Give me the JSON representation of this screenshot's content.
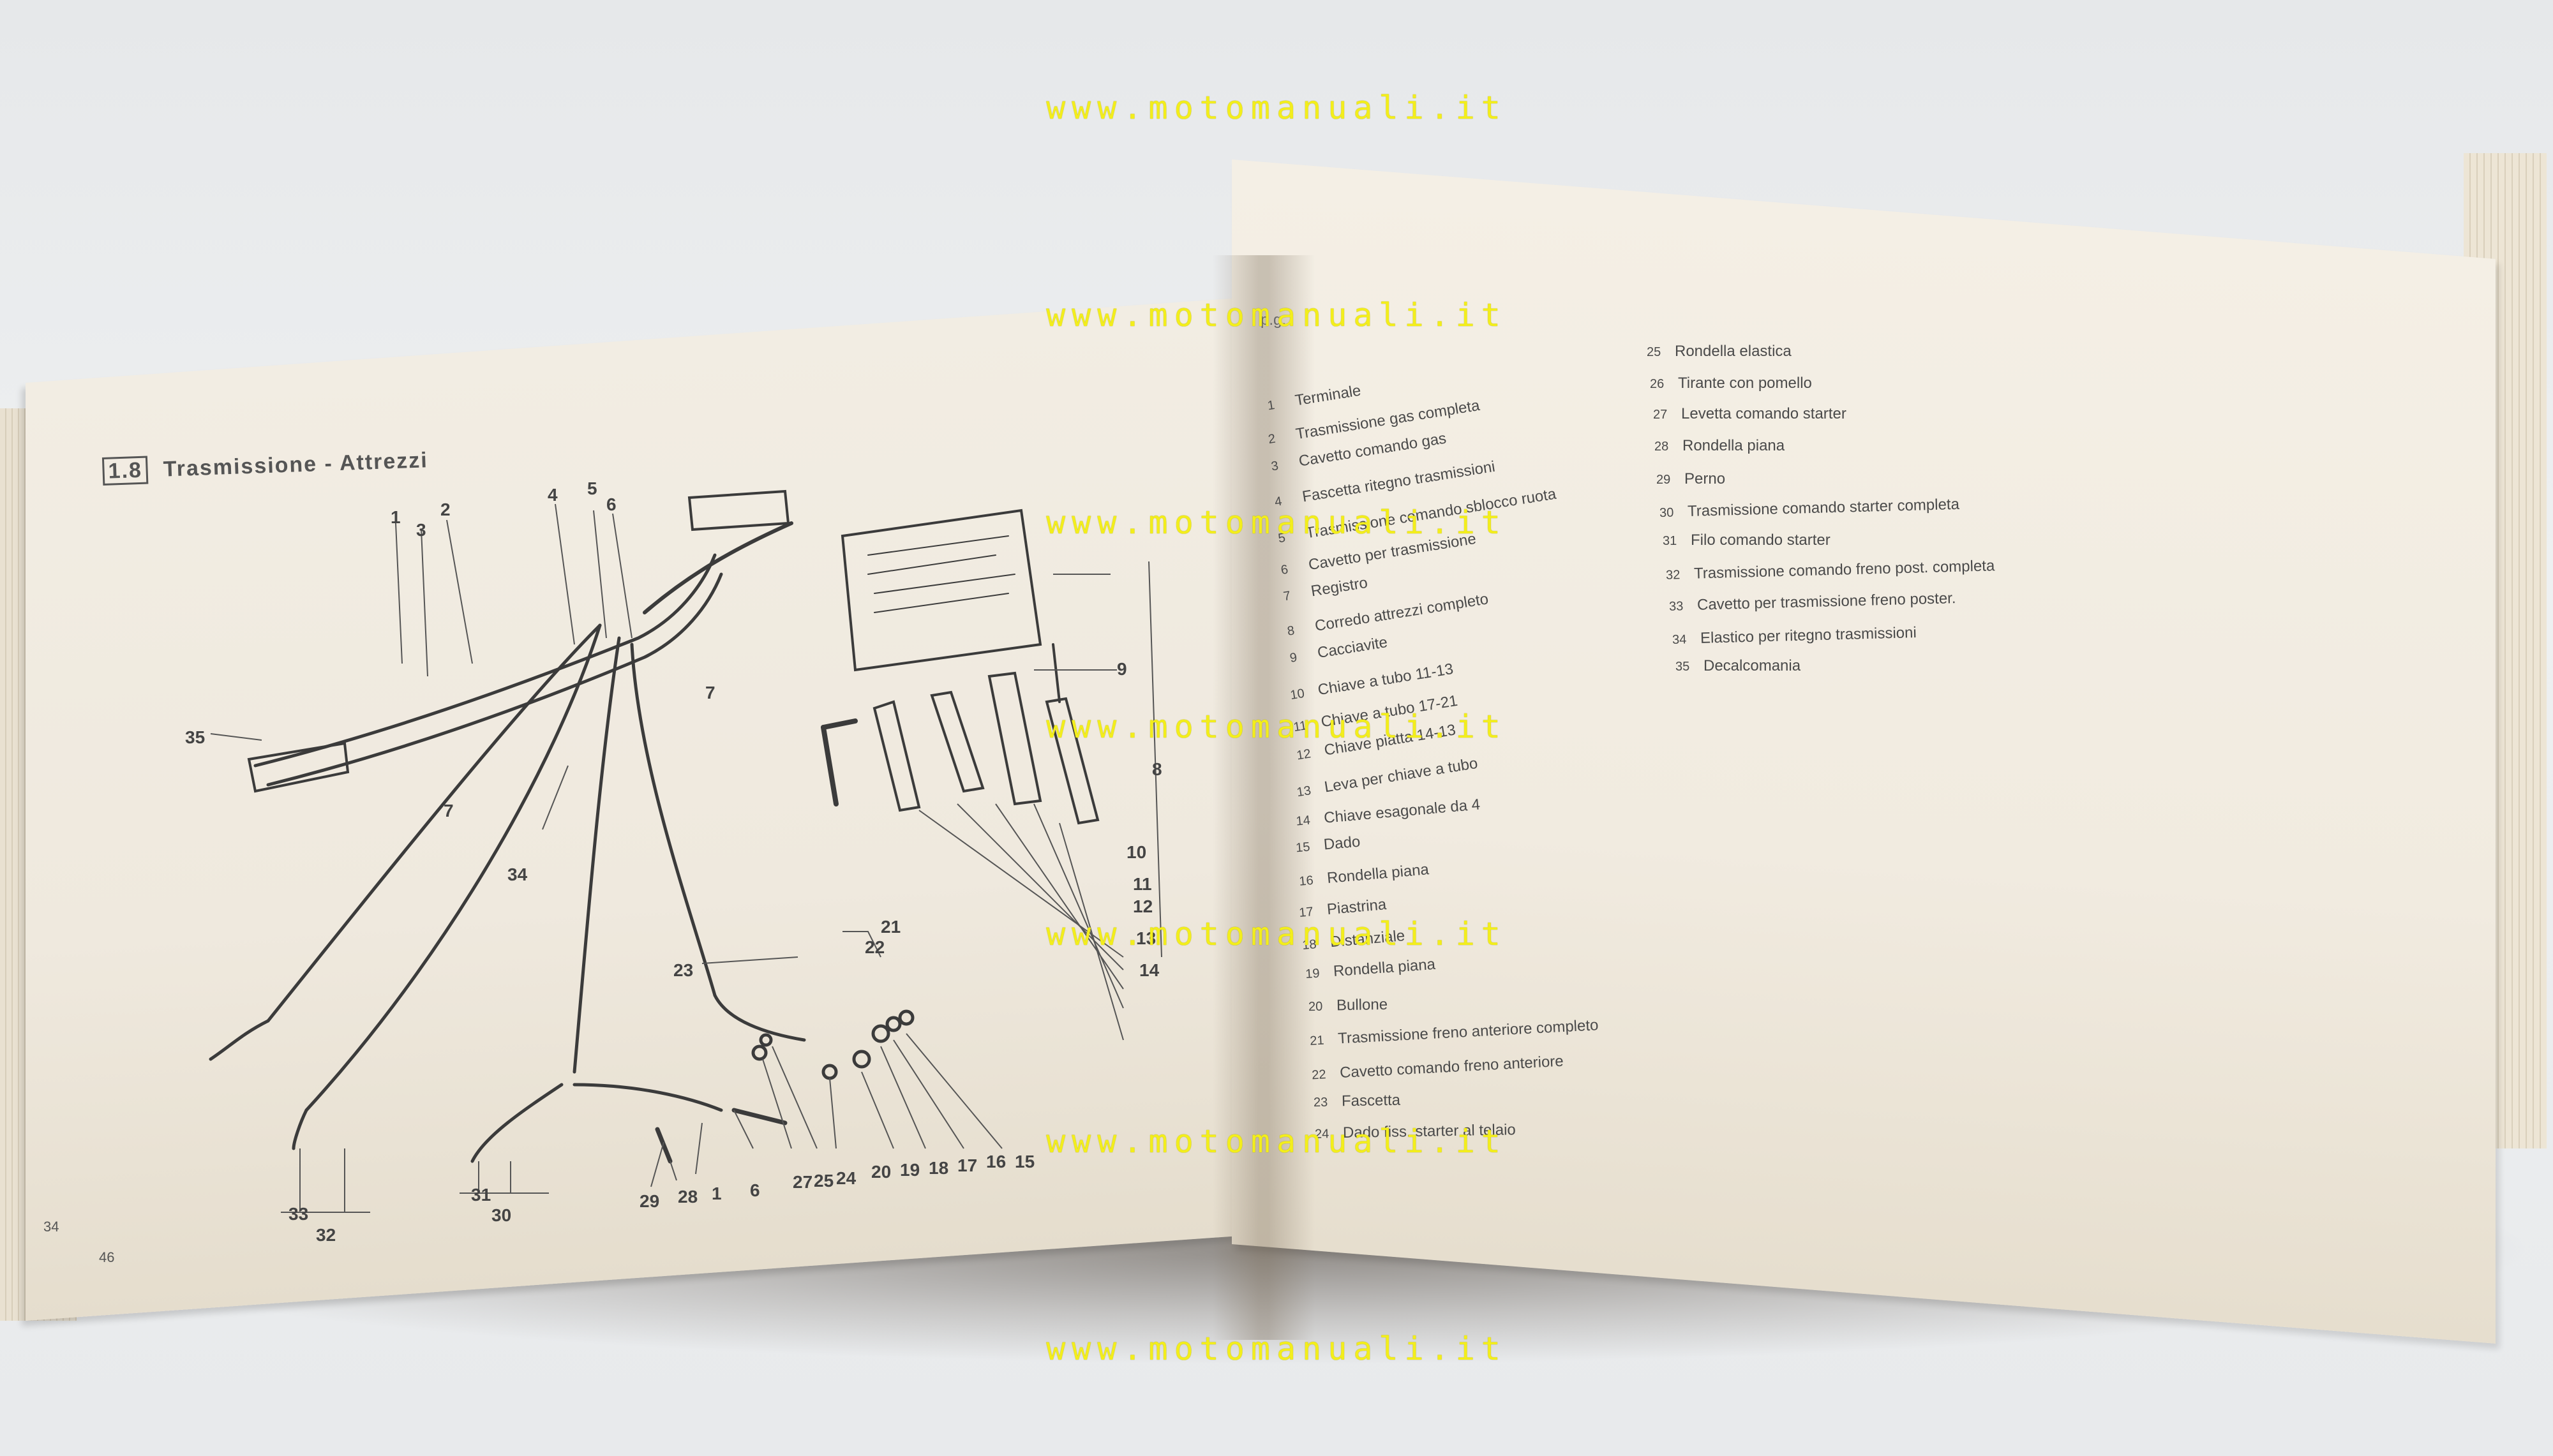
{
  "watermark": "www.motomanuali.it",
  "left_page": {
    "section_number": "1.8",
    "section_title": "Trasmissione - Attrezzi",
    "page_number_outer": "34",
    "page_number_inner": "46",
    "callouts": [
      "1",
      "2",
      "3",
      "4",
      "5",
      "6",
      "7",
      "7",
      "8",
      "9",
      "10",
      "11",
      "12",
      "13",
      "14",
      "15",
      "16",
      "17",
      "18",
      "19",
      "20",
      "21",
      "22",
      "23",
      "24",
      "25",
      "27",
      "28",
      "29",
      "30",
      "31",
      "32",
      "33",
      "34",
      "35",
      "6",
      "1"
    ]
  },
  "right_page": {
    "header_fragment": "p.g.",
    "parts": [
      {
        "n": "1",
        "label": "Terminale"
      },
      {
        "n": "2",
        "label": "Trasmissione gas completa"
      },
      {
        "n": "3",
        "label": "Cavetto comando gas"
      },
      {
        "n": "4",
        "label": "Fascetta ritegno trasmissioni"
      },
      {
        "n": "5",
        "label": "Trasmissione comando sblocco ruota"
      },
      {
        "n": "6",
        "label": "Cavetto per trasmissione"
      },
      {
        "n": "7",
        "label": "Registro"
      },
      {
        "n": "8",
        "label": "Corredo attrezzi completo"
      },
      {
        "n": "9",
        "label": "Cacciavite"
      },
      {
        "n": "10",
        "label": "Chiave a tubo 11-13"
      },
      {
        "n": "11",
        "label": "Chiave a tubo 17-21"
      },
      {
        "n": "12",
        "label": "Chiave piatta 14-13"
      },
      {
        "n": "13",
        "label": "Leva per chiave a tubo"
      },
      {
        "n": "14",
        "label": "Chiave esagonale da 4"
      },
      {
        "n": "15",
        "label": "Dado"
      },
      {
        "n": "16",
        "label": "Rondella piana"
      },
      {
        "n": "17",
        "label": "Piastrina"
      },
      {
        "n": "18",
        "label": "Distanziale"
      },
      {
        "n": "19",
        "label": "Rondella piana"
      },
      {
        "n": "20",
        "label": "Bullone"
      },
      {
        "n": "21",
        "label": "Trasmissione freno anteriore completo"
      },
      {
        "n": "22",
        "label": "Cavetto comando freno anteriore"
      },
      {
        "n": "23",
        "label": "Fascetta"
      },
      {
        "n": "24",
        "label": "Dado fiss. starter al telaio"
      },
      {
        "n": "25",
        "label": "Rondella elastica"
      },
      {
        "n": "26",
        "label": "Tirante con pomello"
      },
      {
        "n": "27",
        "label": "Levetta comando starter"
      },
      {
        "n": "28",
        "label": "Rondella piana"
      },
      {
        "n": "29",
        "label": "Perno"
      },
      {
        "n": "30",
        "label": "Trasmissione comando starter completa"
      },
      {
        "n": "31",
        "label": "Filo comando starter"
      },
      {
        "n": "32",
        "label": "Trasmissione comando freno post. completa"
      },
      {
        "n": "33",
        "label": "Cavetto per trasmissione freno poster."
      },
      {
        "n": "34",
        "label": "Elastico per ritegno trasmissioni"
      },
      {
        "n": "35",
        "label": "Decalcomania"
      }
    ]
  }
}
